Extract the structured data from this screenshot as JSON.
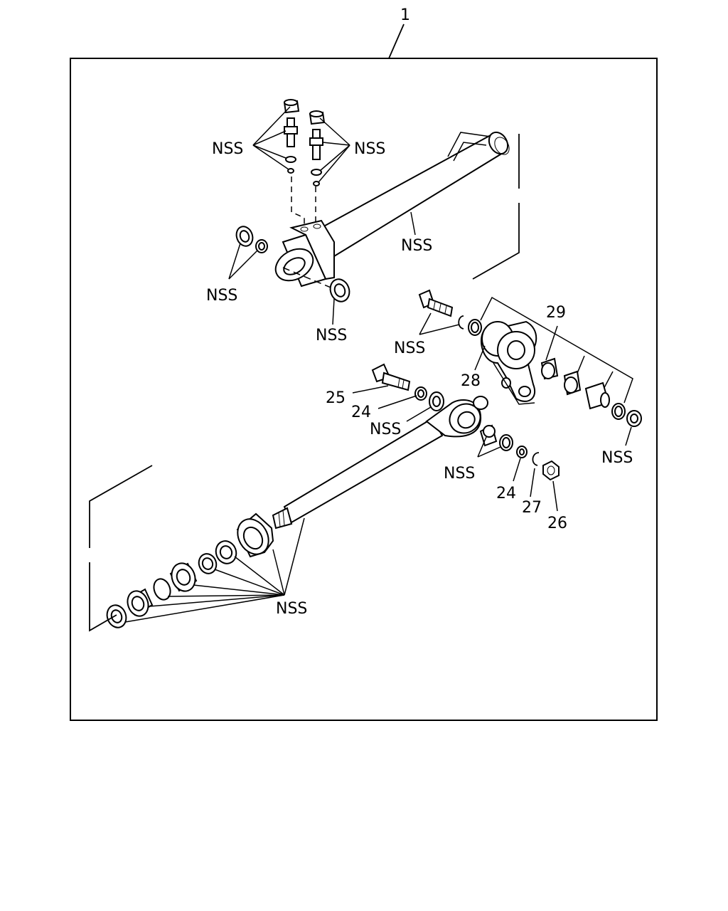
{
  "diagram": {
    "assembly_number": "1",
    "callouts": {
      "nss_top_left": "NSS",
      "nss_top_right": "NSS",
      "nss_tube": "NSS",
      "nss_left_washers": "NSS",
      "nss_lower_washer": "NSS",
      "nss_bolt_ring": "NSS",
      "nss_washer_mid": "NSS",
      "nss_bushings": "NSS",
      "nss_nut_right": "NSS",
      "nss_rod_parts": "NSS",
      "p29": "29",
      "p28": "28",
      "p25": "25",
      "p24_upper": "24",
      "p24_lower": "24",
      "p27": "27",
      "p26": "26"
    }
  }
}
